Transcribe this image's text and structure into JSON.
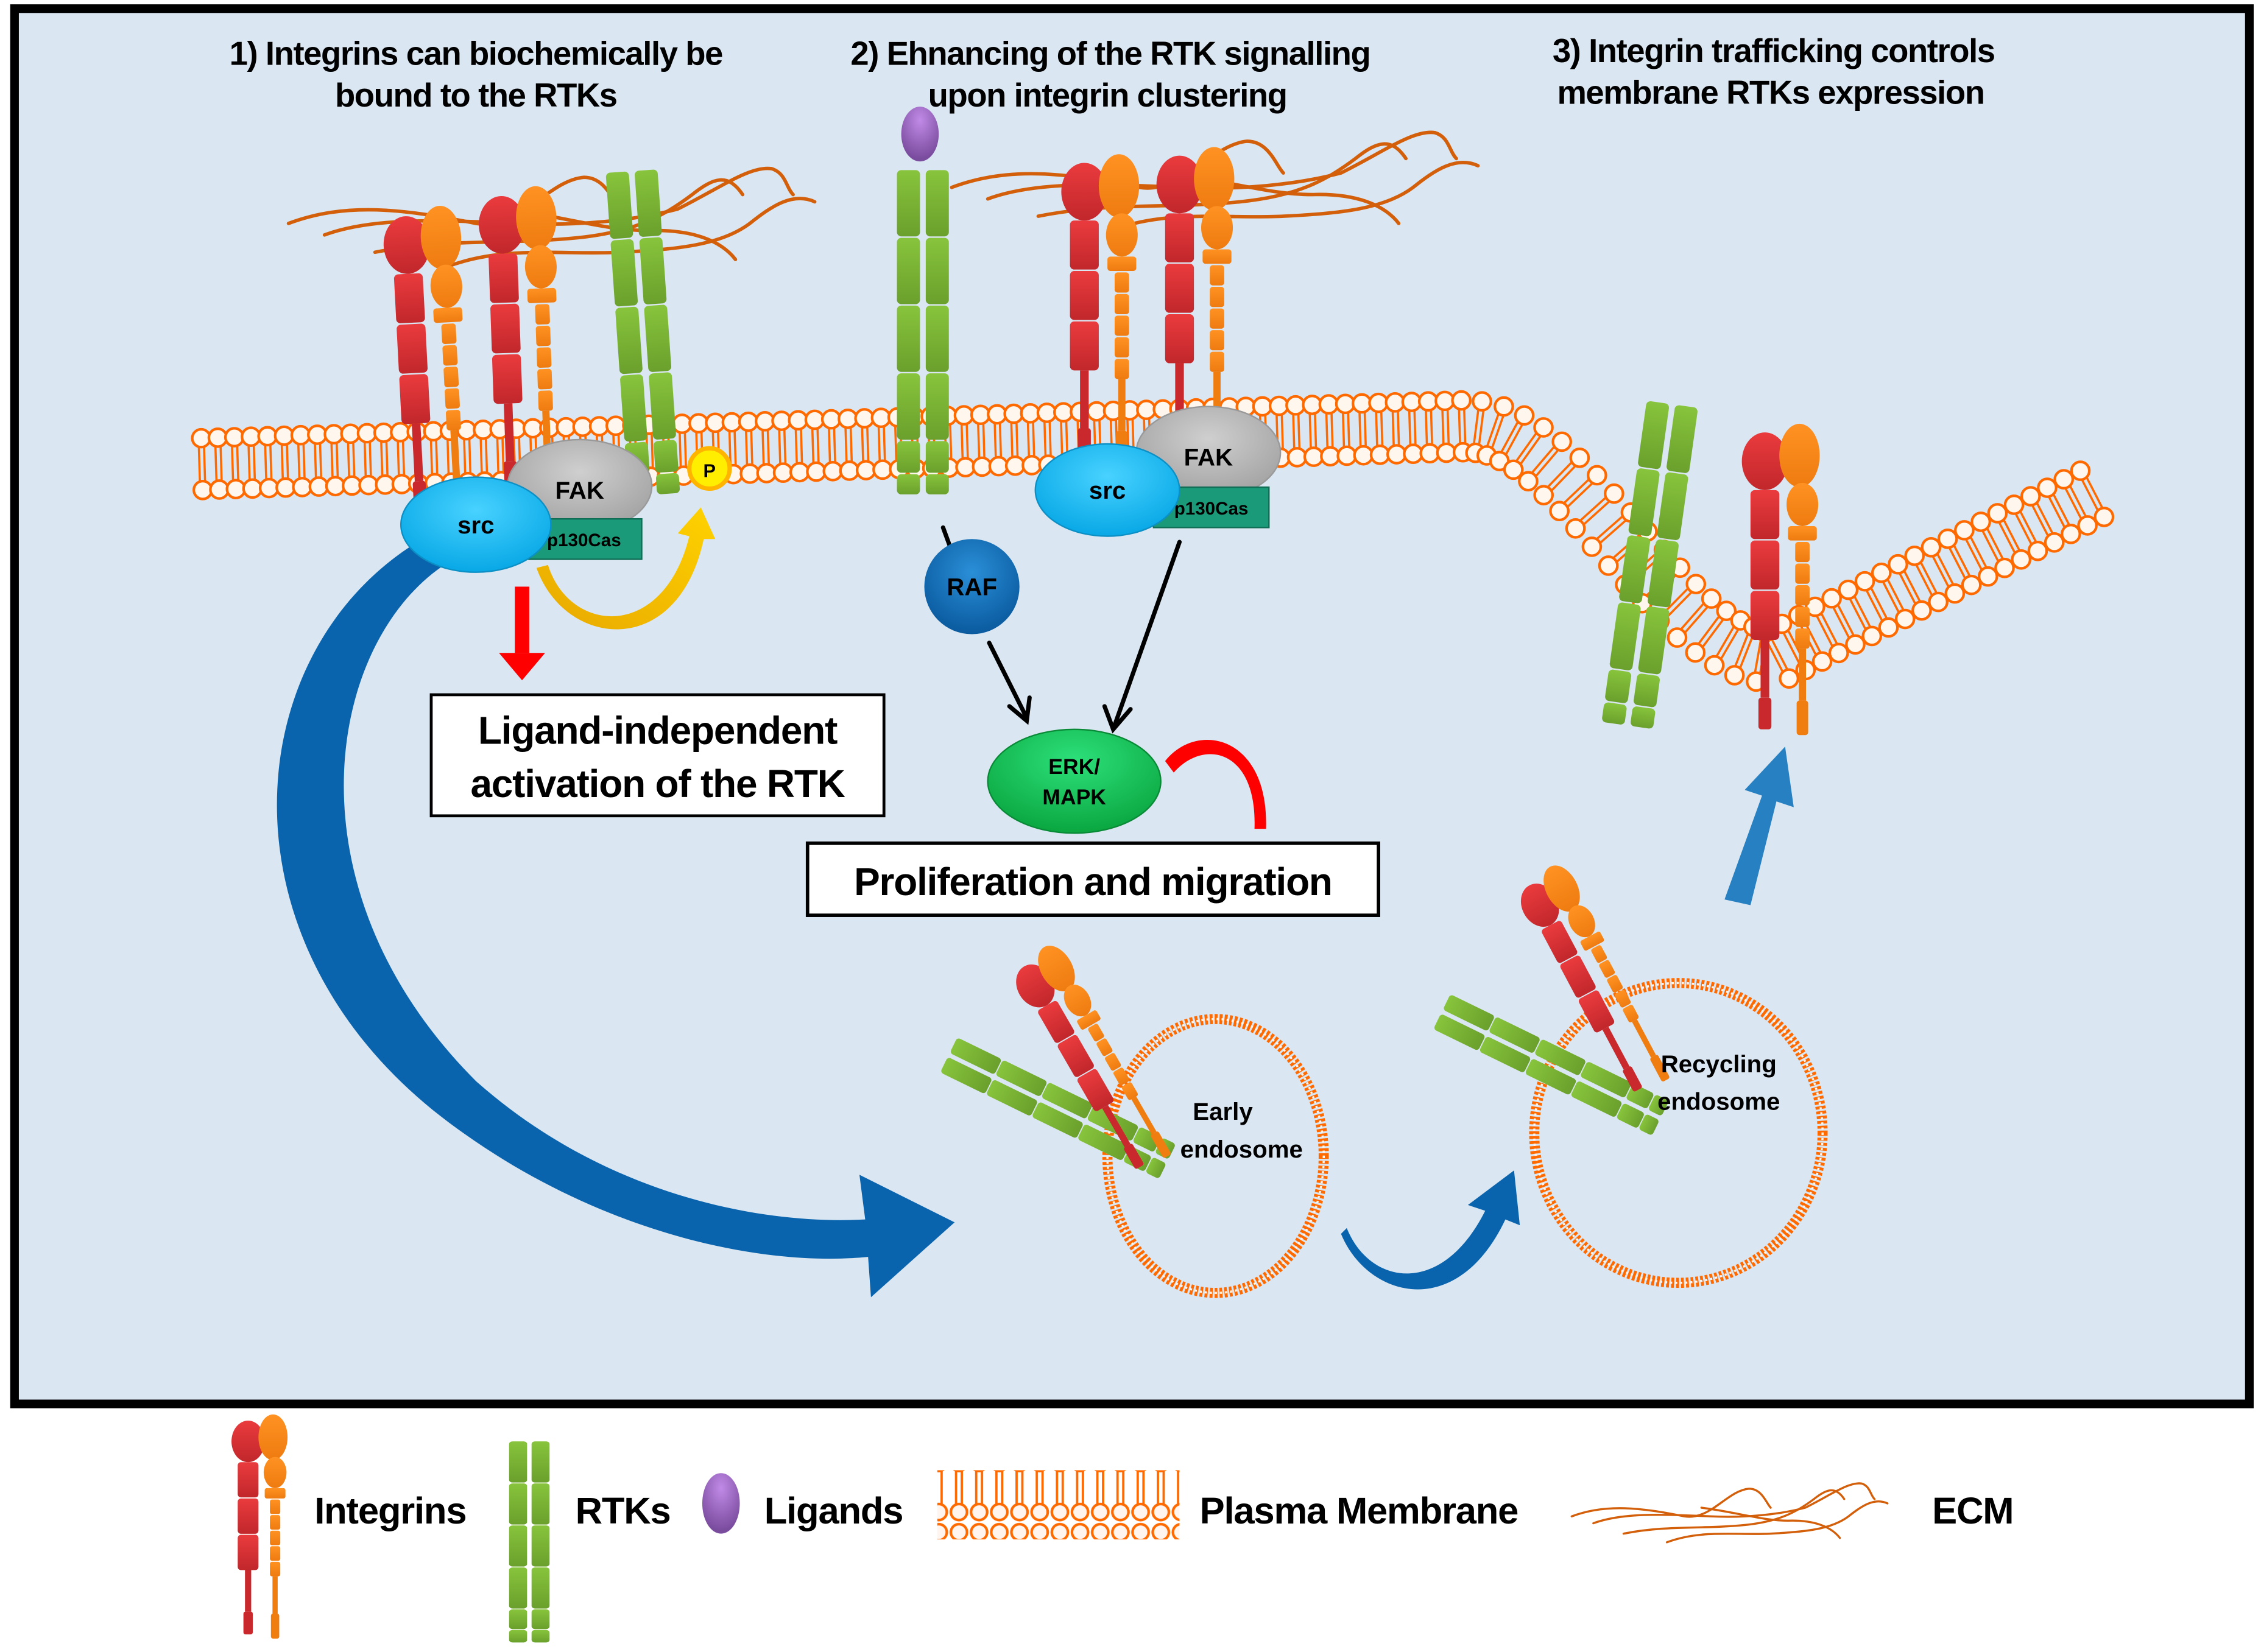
{
  "figure": {
    "background_color": "#dae6f1",
    "frame_color": "#000000",
    "colors": {
      "integrin_alpha": "#d93236",
      "integrin_beta": "#f7881c",
      "rtk": "#7bb83a",
      "ligand": "#8a5bab",
      "membrane": "#ff6a00",
      "membrane_head_fill": "#fff6ee",
      "ecm": "#d35f0a",
      "src": "#17b8f0",
      "fak": "#b5b5b5",
      "p130cas": "#1a9a78",
      "raf": "#0d6fb8",
      "erk": "#12b84e",
      "phospho": "#ffee00",
      "trafficking_arrow": "#0a64ad",
      "red_arrow": "#ff0000",
      "yellow_arrow": "#f4b400"
    }
  },
  "panels": [
    {
      "id": "panel-1",
      "title_lines": [
        "1) Integrins can biochemically be",
        "bound to the RTKs"
      ],
      "proteins": {
        "src": "src",
        "fak": "FAK",
        "p130cas": "p130Cas",
        "phospho": "P"
      },
      "outcome_box": [
        "Ligand-independent",
        "activation of the RTK"
      ]
    },
    {
      "id": "panel-2",
      "title_lines": [
        "2) Ehnancing of the RTK signalling",
        "upon integrin clustering"
      ],
      "proteins": {
        "src": "src",
        "fak": "FAK",
        "p130cas": "p130Cas",
        "raf": "RAF",
        "erk_lines": [
          "ERK/",
          "MAPK"
        ]
      },
      "outcome_box": [
        "Proliferation and migration"
      ]
    },
    {
      "id": "panel-3",
      "title_lines": [
        "3) Integrin trafficking controls",
        "membrane RTKs expression"
      ],
      "endosomes": [
        {
          "name": "early",
          "label_lines": [
            "Early",
            "endosome"
          ]
        },
        {
          "name": "recycling",
          "label_lines": [
            "Recycling",
            "endosome"
          ]
        }
      ]
    }
  ],
  "legend": {
    "items": [
      {
        "icon": "integrin-icon",
        "label": "Integrins"
      },
      {
        "icon": "rtk-icon",
        "label": "RTKs"
      },
      {
        "icon": "ligand-icon",
        "label": "Ligands"
      },
      {
        "icon": "plasma-membrane-icon",
        "label": "Plasma Membrane"
      },
      {
        "icon": "ecm-icon",
        "label": "ECM"
      }
    ]
  }
}
